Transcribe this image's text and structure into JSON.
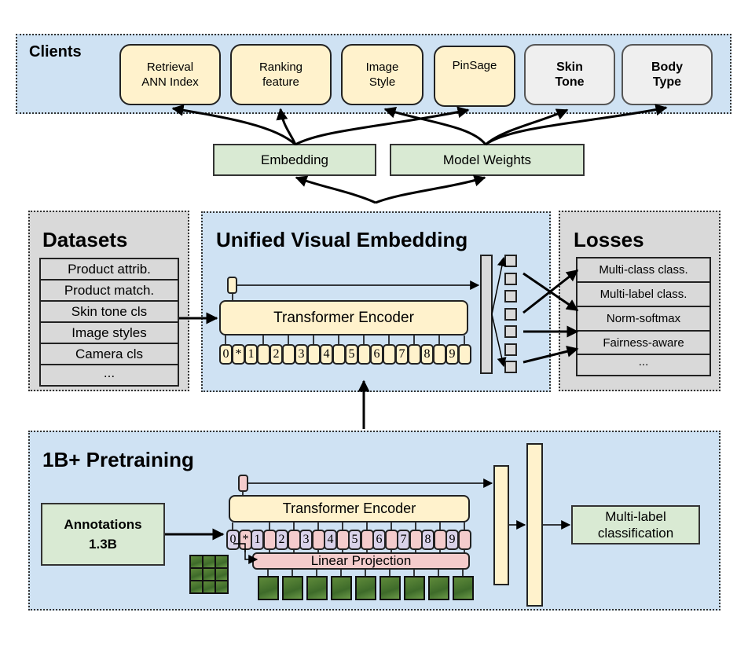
{
  "clients": {
    "title": "Clients",
    "items": [
      {
        "label": "Retrieval\nANN Index",
        "style": "yellow"
      },
      {
        "label": "Ranking\nfeature",
        "style": "yellow"
      },
      {
        "label": "Image\nStyle",
        "style": "yellow"
      },
      {
        "label": "PinSage",
        "style": "yellow"
      },
      {
        "label": "Skin\nTone",
        "style": "grey"
      },
      {
        "label": "Body\nType",
        "style": "grey"
      }
    ]
  },
  "outputs": {
    "embedding": "Embedding",
    "model_weights": "Model Weights"
  },
  "datasets": {
    "title": "Datasets",
    "rows": [
      "Product attrib.",
      "Product match.",
      "Skin tone cls",
      "Image styles",
      "Camera cls",
      "..."
    ]
  },
  "unified": {
    "title": "Unified Visual Embedding",
    "encoder_label": "Transformer Encoder",
    "tokens": [
      "0",
      "*",
      "1",
      "2",
      "3",
      "4",
      "5",
      "6",
      "7",
      "8",
      "9"
    ]
  },
  "losses": {
    "title": "Losses",
    "rows": [
      "Multi-class class.",
      "Multi-label class.",
      "Norm-softmax",
      "Fairness-aware",
      "..."
    ]
  },
  "pretraining": {
    "title": "1B+ Pretraining",
    "annotations": "Annotations\n1.3B",
    "encoder_label": "Transformer Encoder",
    "projection_label": "Linear Projection",
    "tokens": [
      "0",
      "*",
      "1",
      "2",
      "3",
      "4",
      "5",
      "6",
      "7",
      "8",
      "9"
    ],
    "output_label": "Multi-label\nclassification"
  },
  "colors": {
    "panel_blue": "#cfe2f3",
    "panel_grey": "#d9d9d9",
    "box_yellow": "#fff2cc",
    "box_green": "#d9ead3",
    "box_pink": "#f4cccc",
    "token_purple": "#d9d2e9"
  }
}
